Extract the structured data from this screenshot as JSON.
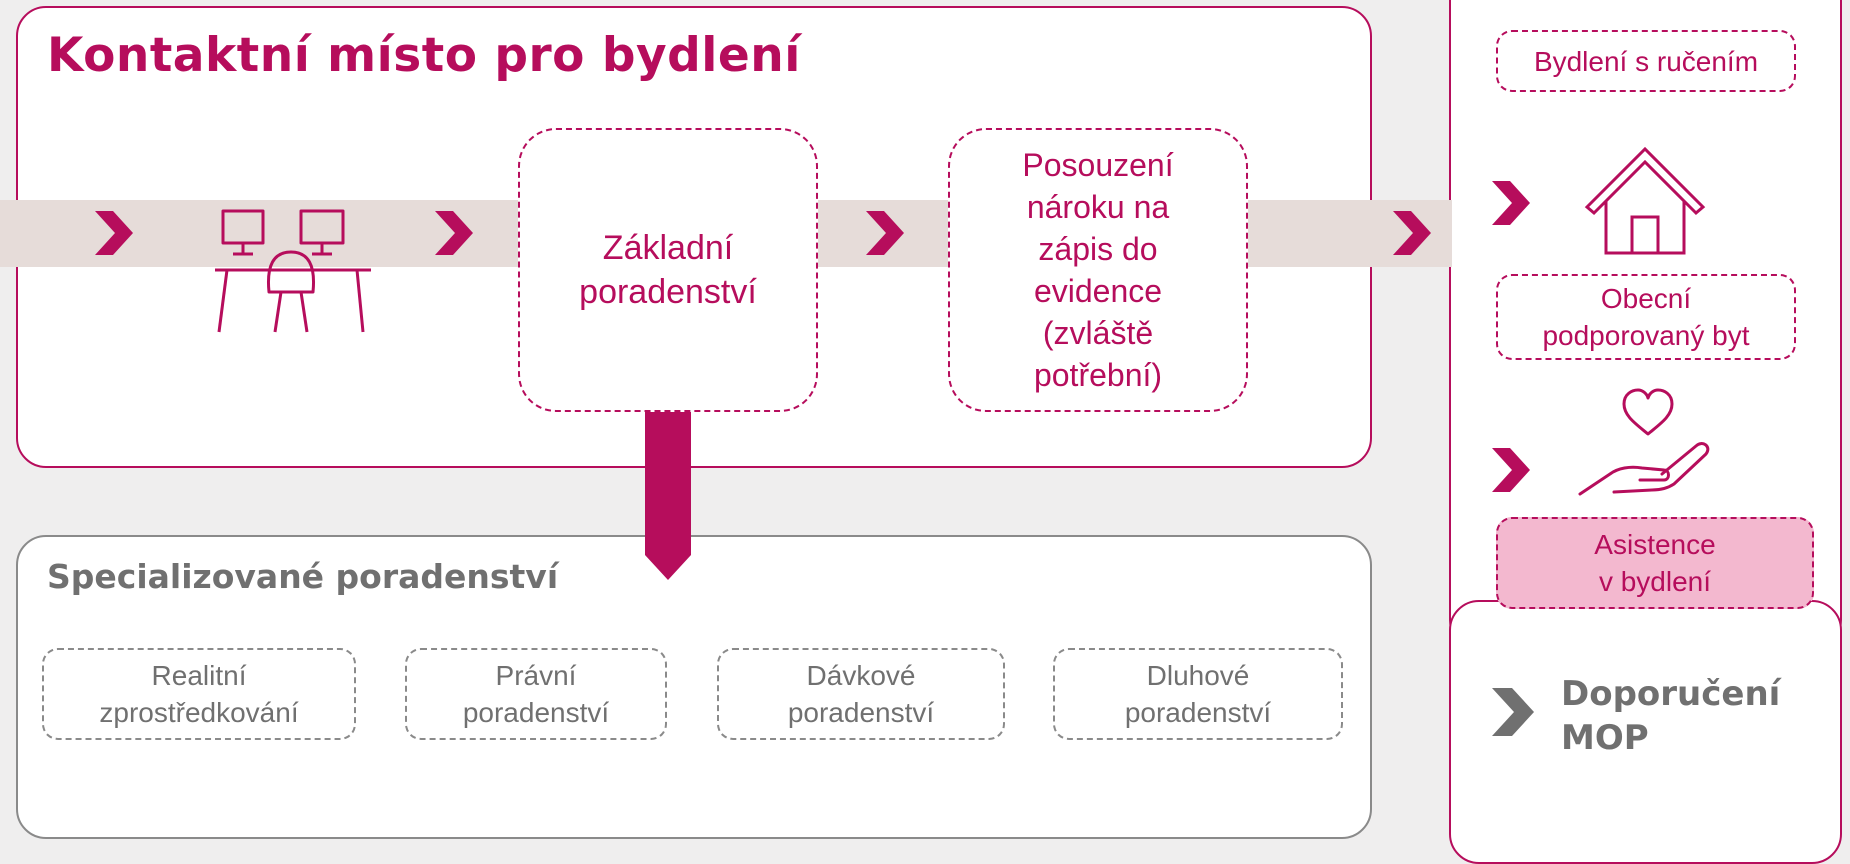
{
  "main": {
    "title": "Kontaktní místo pro bydlení",
    "box_basic": "Základní poradenství",
    "box_assessment_lines": [
      "Posouzení",
      "nároku na",
      "zápis do",
      "evidence",
      "(zvláště",
      "potřební)"
    ]
  },
  "specialized": {
    "title": "Specializované poradenství",
    "items": [
      {
        "line1": "Realitní",
        "line2": "zprostředkování"
      },
      {
        "line1": "Právní",
        "line2": "poradenství"
      },
      {
        "line1": "Dávkové",
        "line2": "poradenství"
      },
      {
        "line1": "Dluhové",
        "line2": "poradenství"
      }
    ]
  },
  "right": {
    "guarantee": "Bydlení s ručením",
    "municipal_line1": "Obecní",
    "municipal_line2": "podporovaný byt",
    "assist_line1": "Asistence",
    "assist_line2": "v bydlení",
    "mop_line1": "Doporučení",
    "mop_line2": "MOP"
  },
  "icons": [
    "chevron-right-icon",
    "computer-desks-icon",
    "house-icon",
    "heart-hand-icon",
    "building-icon"
  ],
  "colors": {
    "brand": "#b60d5c",
    "band": "#e6dcd9",
    "grey": "#707070",
    "highlight": "#f3b8cf",
    "background": "#efeeee"
  }
}
